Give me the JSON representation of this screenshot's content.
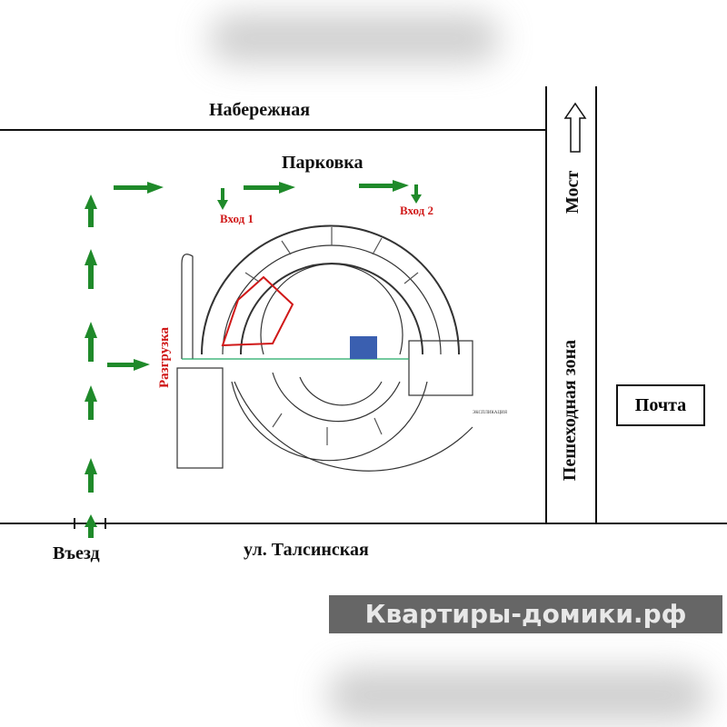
{
  "streets": {
    "top": "Набережная",
    "bottom": "ул. Талсинская",
    "bridge": "Мост",
    "pedestrian": "Пешеходная зона"
  },
  "areas": {
    "parking": "Парковка",
    "post_office": "Почта"
  },
  "labels": {
    "entrance_1": "Вход 1",
    "entrance_2": "Вход 2",
    "unloading": "Разгрузка",
    "drive_in": "Въезд"
  },
  "watermark": "Квартиры-домики.рф",
  "colors": {
    "arrow": "#1f8a2a",
    "entrance": "#d01818",
    "logo_bg": "#666666"
  }
}
